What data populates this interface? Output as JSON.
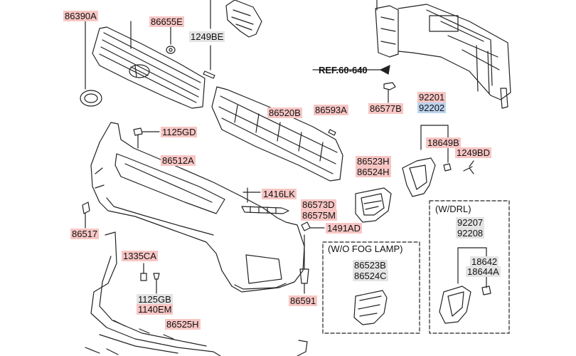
{
  "labels": {
    "p86390A": "86390A",
    "p86655E": "86655E",
    "p1249BE": "1249BE",
    "ref": "REF.60-640",
    "p86520B": "86520B",
    "p86593A": "86593A",
    "p86577B": "86577B",
    "p92201": "92201",
    "p92202": "92202",
    "p1125GD": "1125GD",
    "p86512A": "86512A",
    "p18649B": "18649B",
    "p1249BD": "1249BD",
    "p86523H": "86523H",
    "p86524H": "86524H",
    "p1416LK": "1416LK",
    "p86573D": "86573D",
    "p86575M": "86575M",
    "p1491AD": "1491AD",
    "p86517": "86517",
    "p1335CA": "1335CA",
    "p1125GB": "1125GB",
    "p1140EM": "1140EM",
    "p86591": "86591",
    "p86525H": "86525H",
    "p86523B": "86523B",
    "p86524C": "86524C",
    "p92207": "92207",
    "p92208": "92208",
    "p18642": "18642",
    "p18644A": "18644A"
  },
  "boxes": {
    "drl_title": "(W/DRL)",
    "nofog_title": "(W/O FOG LAMP)"
  },
  "colors": {
    "new_part": "#f7c6c4",
    "standard_part": "#e4e4e4",
    "selected_part": "#bcd3ee"
  }
}
